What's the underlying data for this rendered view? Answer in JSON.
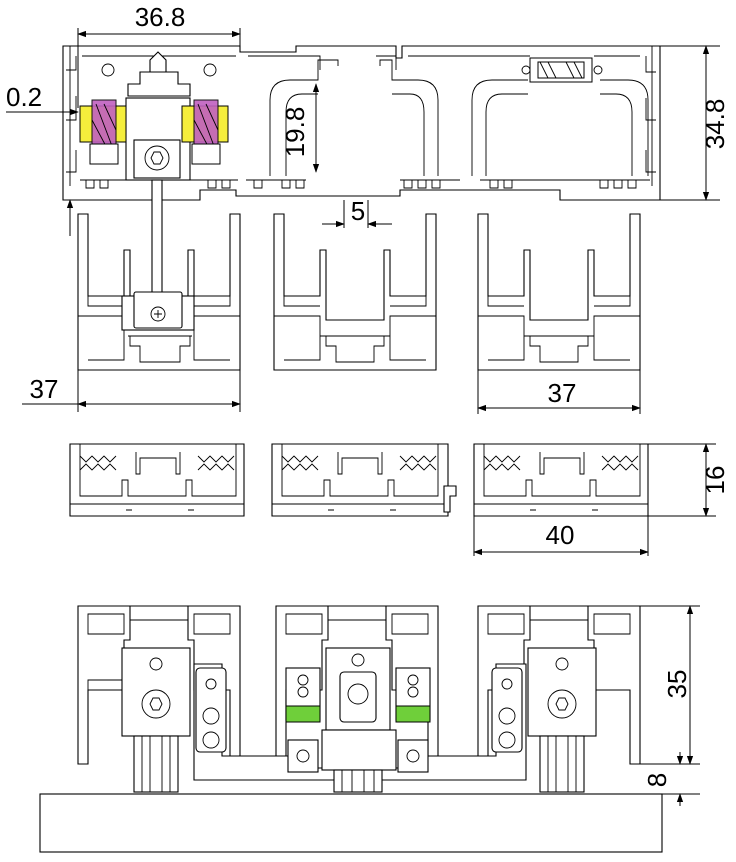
{
  "drawing": {
    "top_profile": {
      "width_label": "36.8",
      "tolerance_label": "0.2",
      "height_label": "34.8",
      "inner_height_label": "19.8",
      "gap_label": "5"
    },
    "lower_profiles": {
      "left_width_label": "37",
      "right_width_label": "37"
    },
    "cover_strips": {
      "height_label": "16",
      "width_label": "40"
    },
    "bottom_assembly": {
      "height_label": "35",
      "base_gap_label": "8"
    },
    "colors": {
      "line": "#000000",
      "bolt_magenta": "#c060c0",
      "clamp_yellow": "#f5ee3c",
      "clip_green": "#6fcf3a",
      "background": "#ffffff"
    }
  }
}
